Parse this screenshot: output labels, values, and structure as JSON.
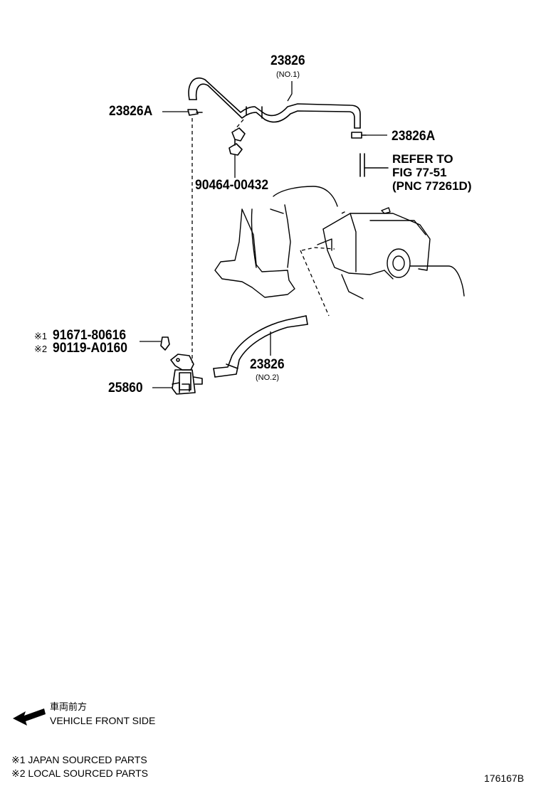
{
  "callouts": {
    "hose_no1_part": "23826",
    "hose_no1_sub": "(NO.1)",
    "clamp_left": "23826A",
    "clamp_right": "23826A",
    "refer_lines": [
      "REFER TO",
      "FIG 77-51",
      "(PNC 77261D)"
    ],
    "clip_part": "90464-00432",
    "bolt_japan": "91671-80616",
    "bolt_local": "90119-A0160",
    "bolt_japan_mark": "※1",
    "bolt_local_mark": "※2",
    "valve_part": "25860",
    "hose_no2_part": "23826",
    "hose_no2_sub": "(NO.2)"
  },
  "legend": {
    "front_jp": "車両前方",
    "front_en": "VEHICLE FRONT SIDE",
    "note1": "※1 JAPAN SOURCED PARTS",
    "note2": "※2 LOCAL SOURCED PARTS"
  },
  "figure_id": "176167B"
}
